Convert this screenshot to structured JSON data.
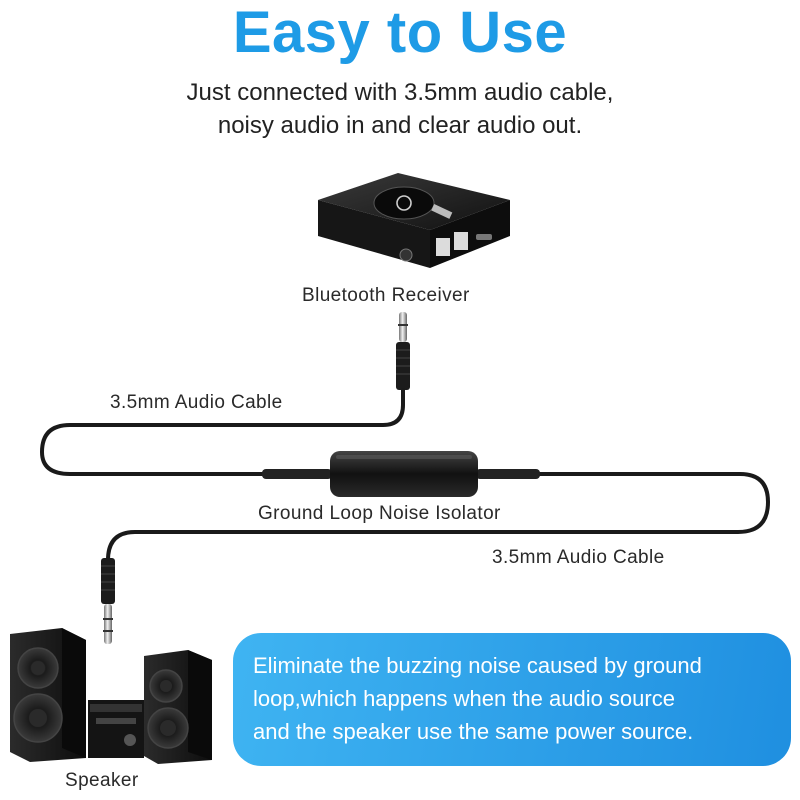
{
  "heading": {
    "title": "Easy to Use",
    "subtitle_line1": "Just connected with 3.5mm audio cable,",
    "subtitle_line2": "noisy audio in and clear audio out."
  },
  "labels": {
    "receiver": "Bluetooth Receiver",
    "cable_top": "3.5mm Audio Cable",
    "isolator": "Ground Loop Noise Isolator",
    "cable_bottom": "3.5mm Audio Cable",
    "speaker": "Speaker"
  },
  "callout": {
    "line1": "Eliminate the buzzing noise caused by ground",
    "line2": "loop,which happens when the audio source",
    "line3": "and the speaker use the same power source."
  },
  "colors": {
    "accent": "#1e9be6",
    "callout_start": "#3fb4f2",
    "callout_end": "#1f8fe0",
    "cable": "#1a1a1a"
  }
}
